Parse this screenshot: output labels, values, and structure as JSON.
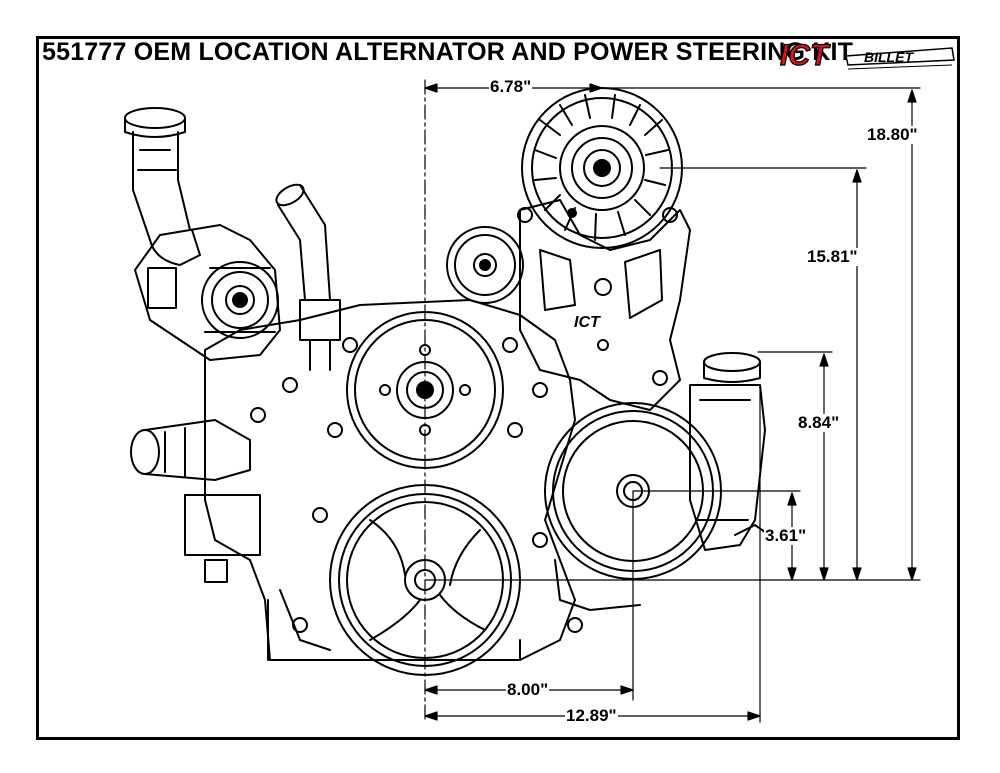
{
  "title": "551777 OEM LOCATION ALTERNATOR AND POWER STEERING KIT",
  "logo": {
    "brand": "ICT",
    "word": "BILLET",
    "icon": "ict-billet-logo"
  },
  "bracket_mark": "ICT",
  "dimensions": {
    "d_6_78": "6.78\"",
    "d_18_80": "18.80\"",
    "d_15_81": "15.81\"",
    "d_8_84": "8.84\"",
    "d_3_61": "3.61\"",
    "d_8_00": "8.00\"",
    "d_12_89": "12.89\""
  },
  "colors": {
    "line": "#000000",
    "logo_red": "#d7141a",
    "background": "#ffffff"
  }
}
